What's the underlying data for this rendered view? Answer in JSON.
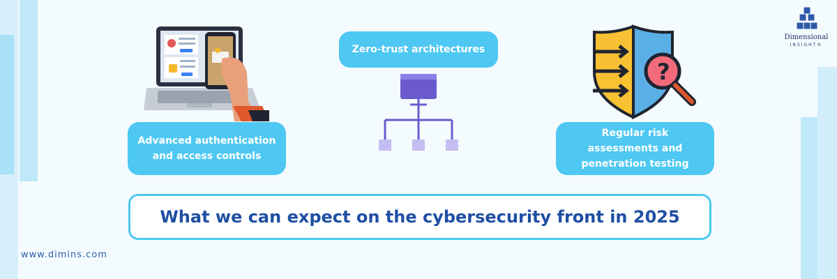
{
  "cards": {
    "auth": "Advanced authentication and access controls",
    "zero_trust": "Zero-trust architectures",
    "risk": "Regular risk assessments and penetration testing"
  },
  "title": "What we can expect on the cybersecurity front in 2025",
  "website": "www.dimins.com",
  "logo": {
    "name": "Dimensional",
    "sub": "INSIGHT®"
  },
  "icons": [
    "laptop-phone-authentication-icon",
    "network-hierarchy-icon",
    "shield-question-magnifier-icon",
    "cubes-logo-icon"
  ],
  "colors": {
    "pill": "#4ec8f2",
    "title": "#1f4fa3",
    "background": "#f4fbfe",
    "accent_purple": "#6a5acd"
  }
}
